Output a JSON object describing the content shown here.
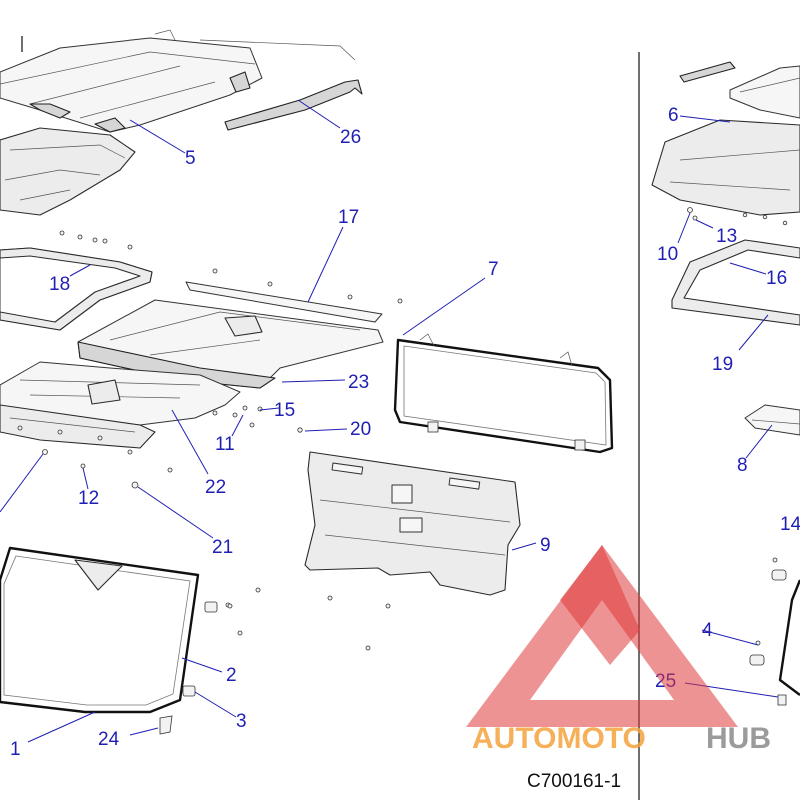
{
  "diagram": {
    "drawing_code": "C700161-1",
    "callouts": [
      "1",
      "2",
      "3",
      "4",
      "5",
      "6",
      "7",
      "8",
      "9",
      "10",
      "11",
      "12",
      "13",
      "14",
      "15",
      "16",
      "17",
      "18",
      "19",
      "20",
      "21",
      "22",
      "23",
      "24",
      "25",
      "26"
    ]
  },
  "watermark": {
    "brand_part1": "AUTOMOTO",
    "brand_part2": "HUB",
    "color_red": "#e03a3a",
    "color_orange": "#f4a23c",
    "color_gray": "#8a8a8a"
  },
  "colors": {
    "callout": "#1f1fb4",
    "line": "#2b2b2b"
  }
}
